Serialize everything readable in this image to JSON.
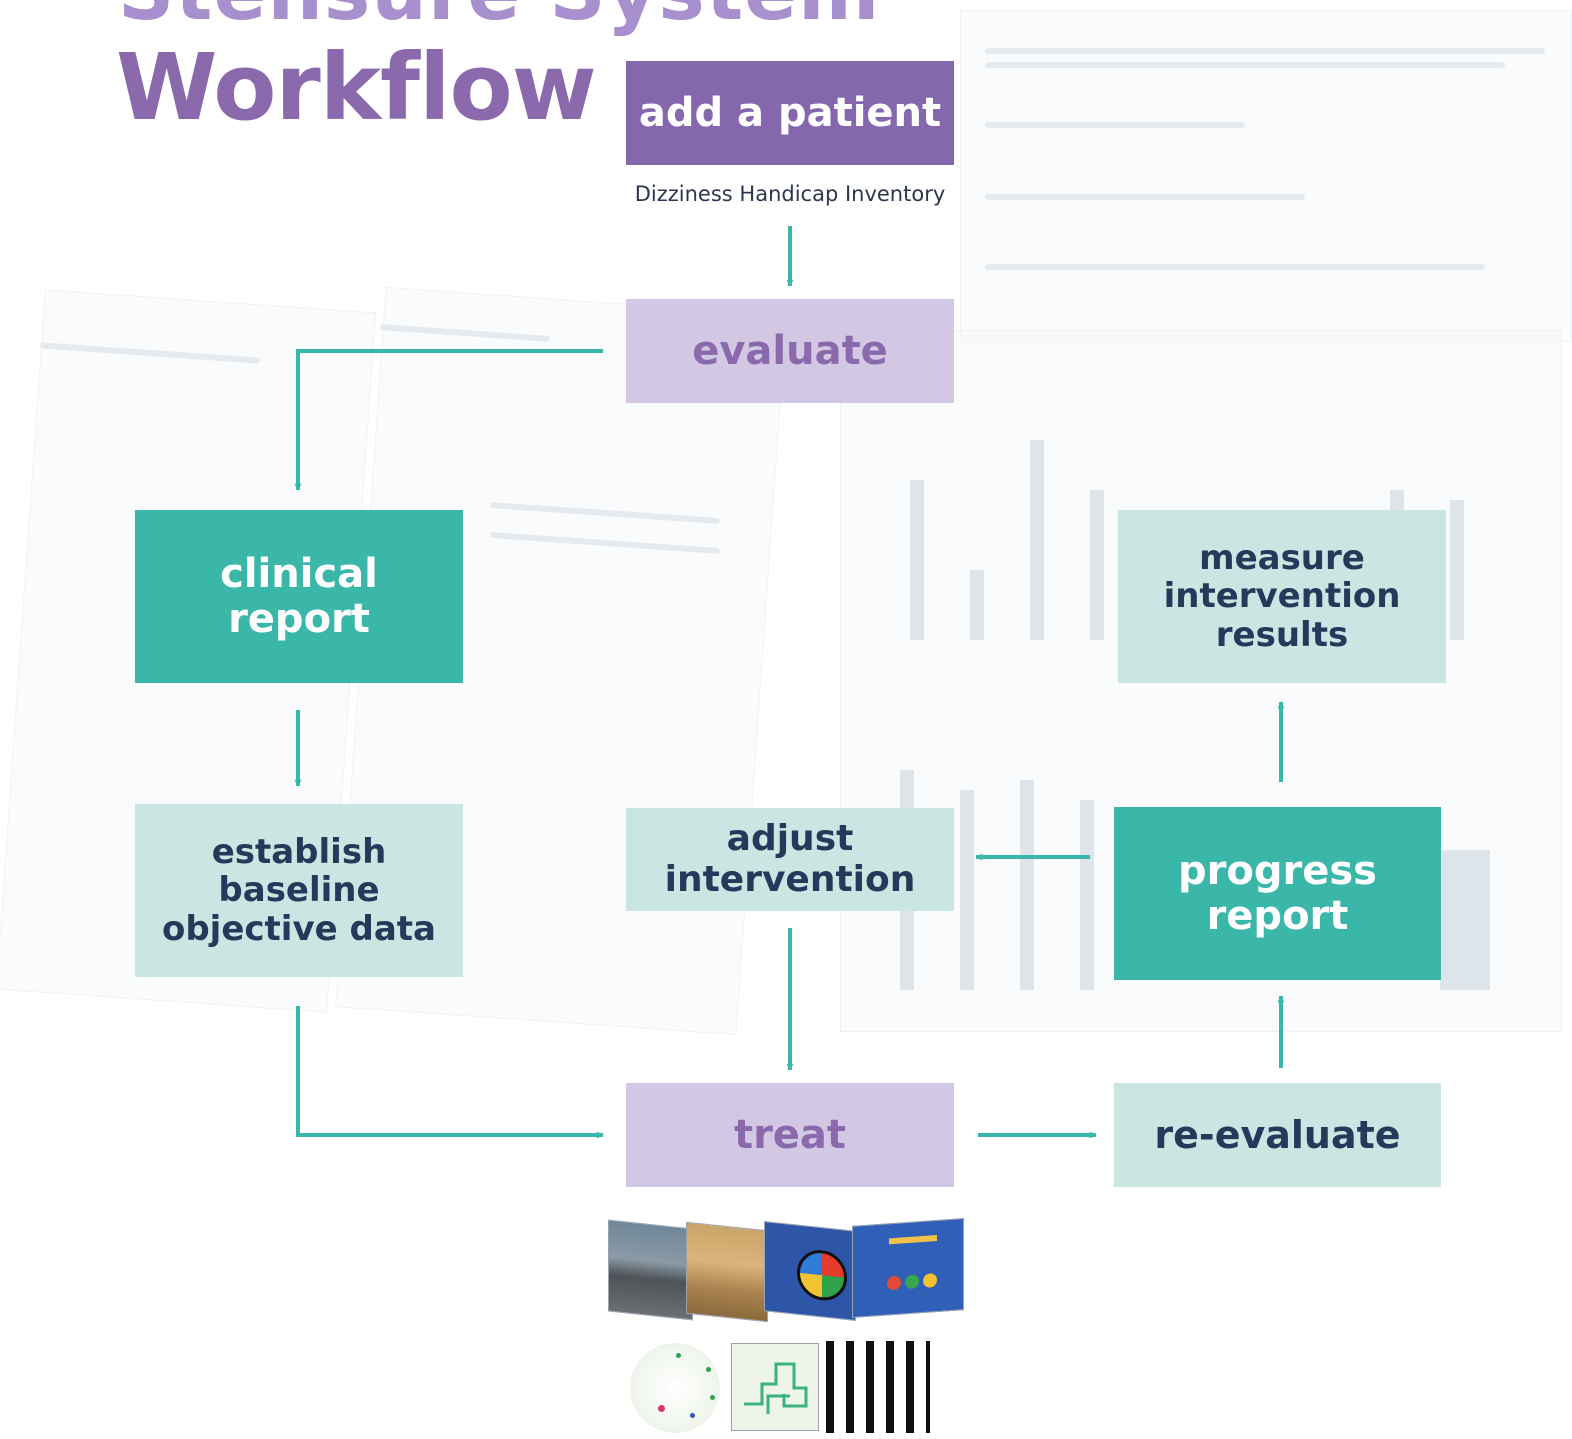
{
  "title": {
    "line1": "Stensure System",
    "line2": "Workflow"
  },
  "nodes": {
    "add_patient": "add a patient",
    "evaluate": "evaluate",
    "clinical_report": "clinical\nreport",
    "baseline": "establish\nbaseline\nobjective data",
    "adjust": "adjust\nintervention",
    "progress": "progress\nreport",
    "measure": "measure\nintervention\nresults",
    "treat": "treat",
    "reevaluate": "re-evaluate"
  },
  "dhi_caption": "Dizziness Handicap Inventory",
  "colors": {
    "arrow": "#3bb7aa",
    "dark_purple": "#8567ad",
    "light_purple": "#d3c8e4",
    "teal": "#3bb7aa",
    "light_teal": "#cae6e2",
    "navy_text": "#233a5a"
  }
}
